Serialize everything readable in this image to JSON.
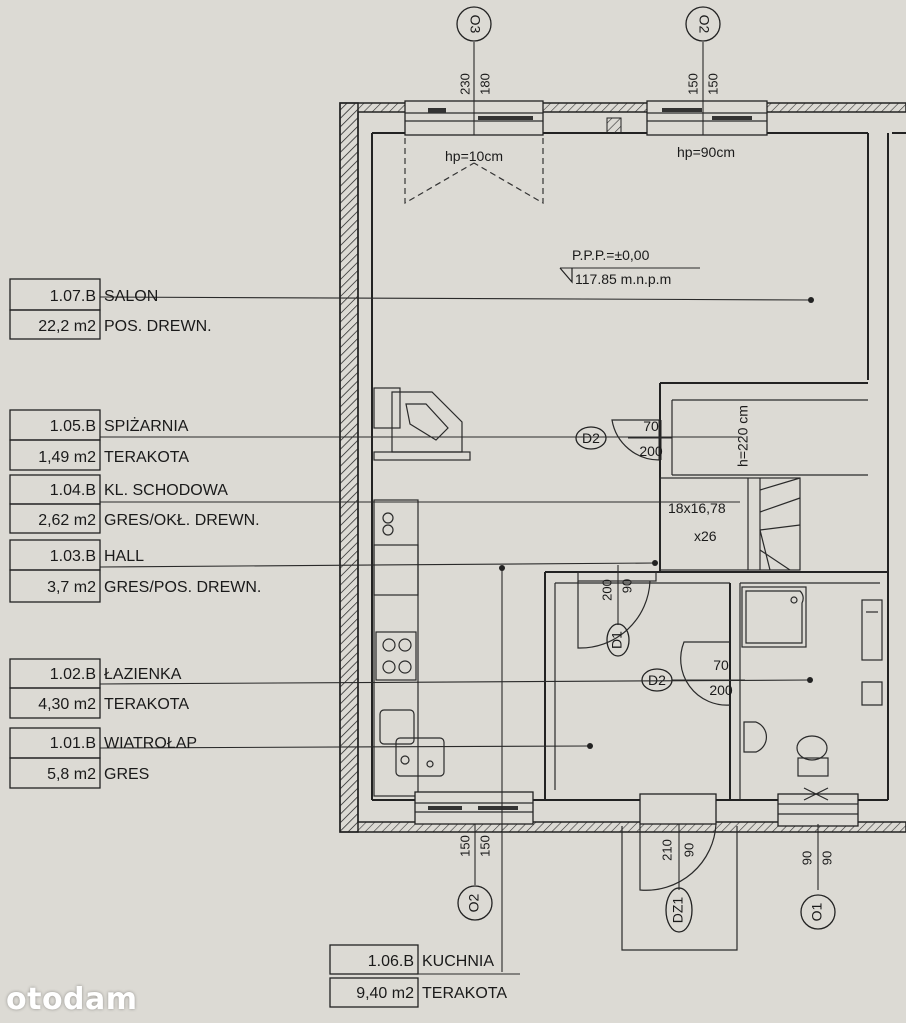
{
  "legend": [
    {
      "code": "1.07.B",
      "name": "SALON",
      "area": "22,2 m2",
      "finish": "POS. DREWN."
    },
    {
      "code": "1.05.B",
      "name": "SPIŻARNIA",
      "area": "1,49 m2",
      "finish": "TERAKOTA"
    },
    {
      "code": "1.04.B",
      "name": "KL. SCHODOWA",
      "area": "2,62 m2",
      "finish": "GRES/OKŁ. DREWN."
    },
    {
      "code": "1.03.B",
      "name": "HALL",
      "area": "3,7 m2",
      "finish": "GRES/POS. DREWN."
    },
    {
      "code": "1.02.B",
      "name": "ŁAZIENKA",
      "area": "4,30 m2",
      "finish": "TERAKOTA"
    },
    {
      "code": "1.01.B",
      "name": "WIATROŁAP",
      "area": "5,8 m2",
      "finish": "GRES"
    },
    {
      "code": "1.06.B",
      "name": "KUCHNIA",
      "area": "9,40 m2",
      "finish": "TERAKOTA"
    }
  ],
  "axes": {
    "top_left": "O3",
    "top_right": "O2",
    "bottom_left": "O2",
    "bottom_door": "DZ1",
    "bottom_right": "O1"
  },
  "window_dims": {
    "top_o3": [
      "230",
      "180"
    ],
    "top_o2": [
      "150",
      "150"
    ],
    "bottom_o2": [
      "150",
      "150"
    ],
    "bottom_dz1": [
      "210",
      "90"
    ],
    "bottom_o1": [
      "90",
      "90"
    ]
  },
  "sill_left": "hp=10cm",
  "sill_right": "hp=90cm",
  "level": {
    "ppp": "P.P.P.=±0,00",
    "elev": "117.85 m.n.p.m"
  },
  "doors": {
    "d2_top": {
      "tag": "D2",
      "w": "70",
      "h": "200"
    },
    "d2_bath": {
      "tag": "D2",
      "w": "70",
      "h": "200"
    },
    "d1": {
      "tag": "D1",
      "w": "90",
      "h": "200"
    }
  },
  "pantry_height": "h=220 cm",
  "stairs": {
    "spec": "18x16,78",
    "count": "x26"
  },
  "logo": "otodam"
}
